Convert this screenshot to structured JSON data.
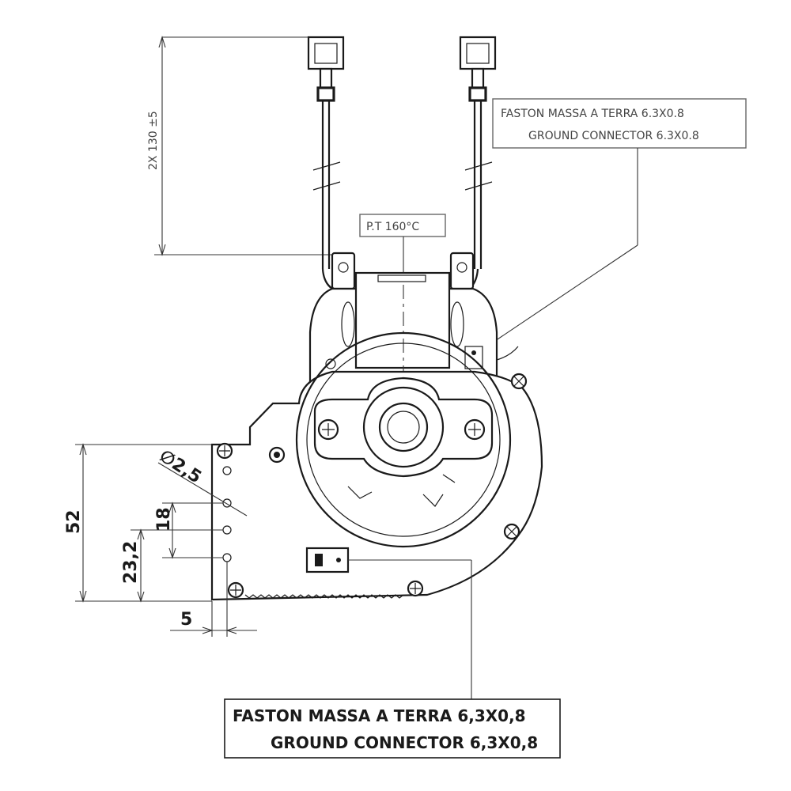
{
  "labels": {
    "top_box_line1": "FASTON MASSA A TERRA 6.3X0.8",
    "top_box_line2": "GROUND  CONNECTOR 6.3X0.8",
    "bottom_box_line1": "FASTON MASSA A TERRA 6,3X0,8",
    "bottom_box_line2": "GROUND  CONNECTOR 6,3X0,8",
    "thermal_protector": "P.T 160°C",
    "cable_length": "2X 130 ±5"
  },
  "dimensions": {
    "d52": "52",
    "d18": "18",
    "d23_2": "23,2",
    "d5": "5",
    "hole_diameter": "∅2,5"
  }
}
